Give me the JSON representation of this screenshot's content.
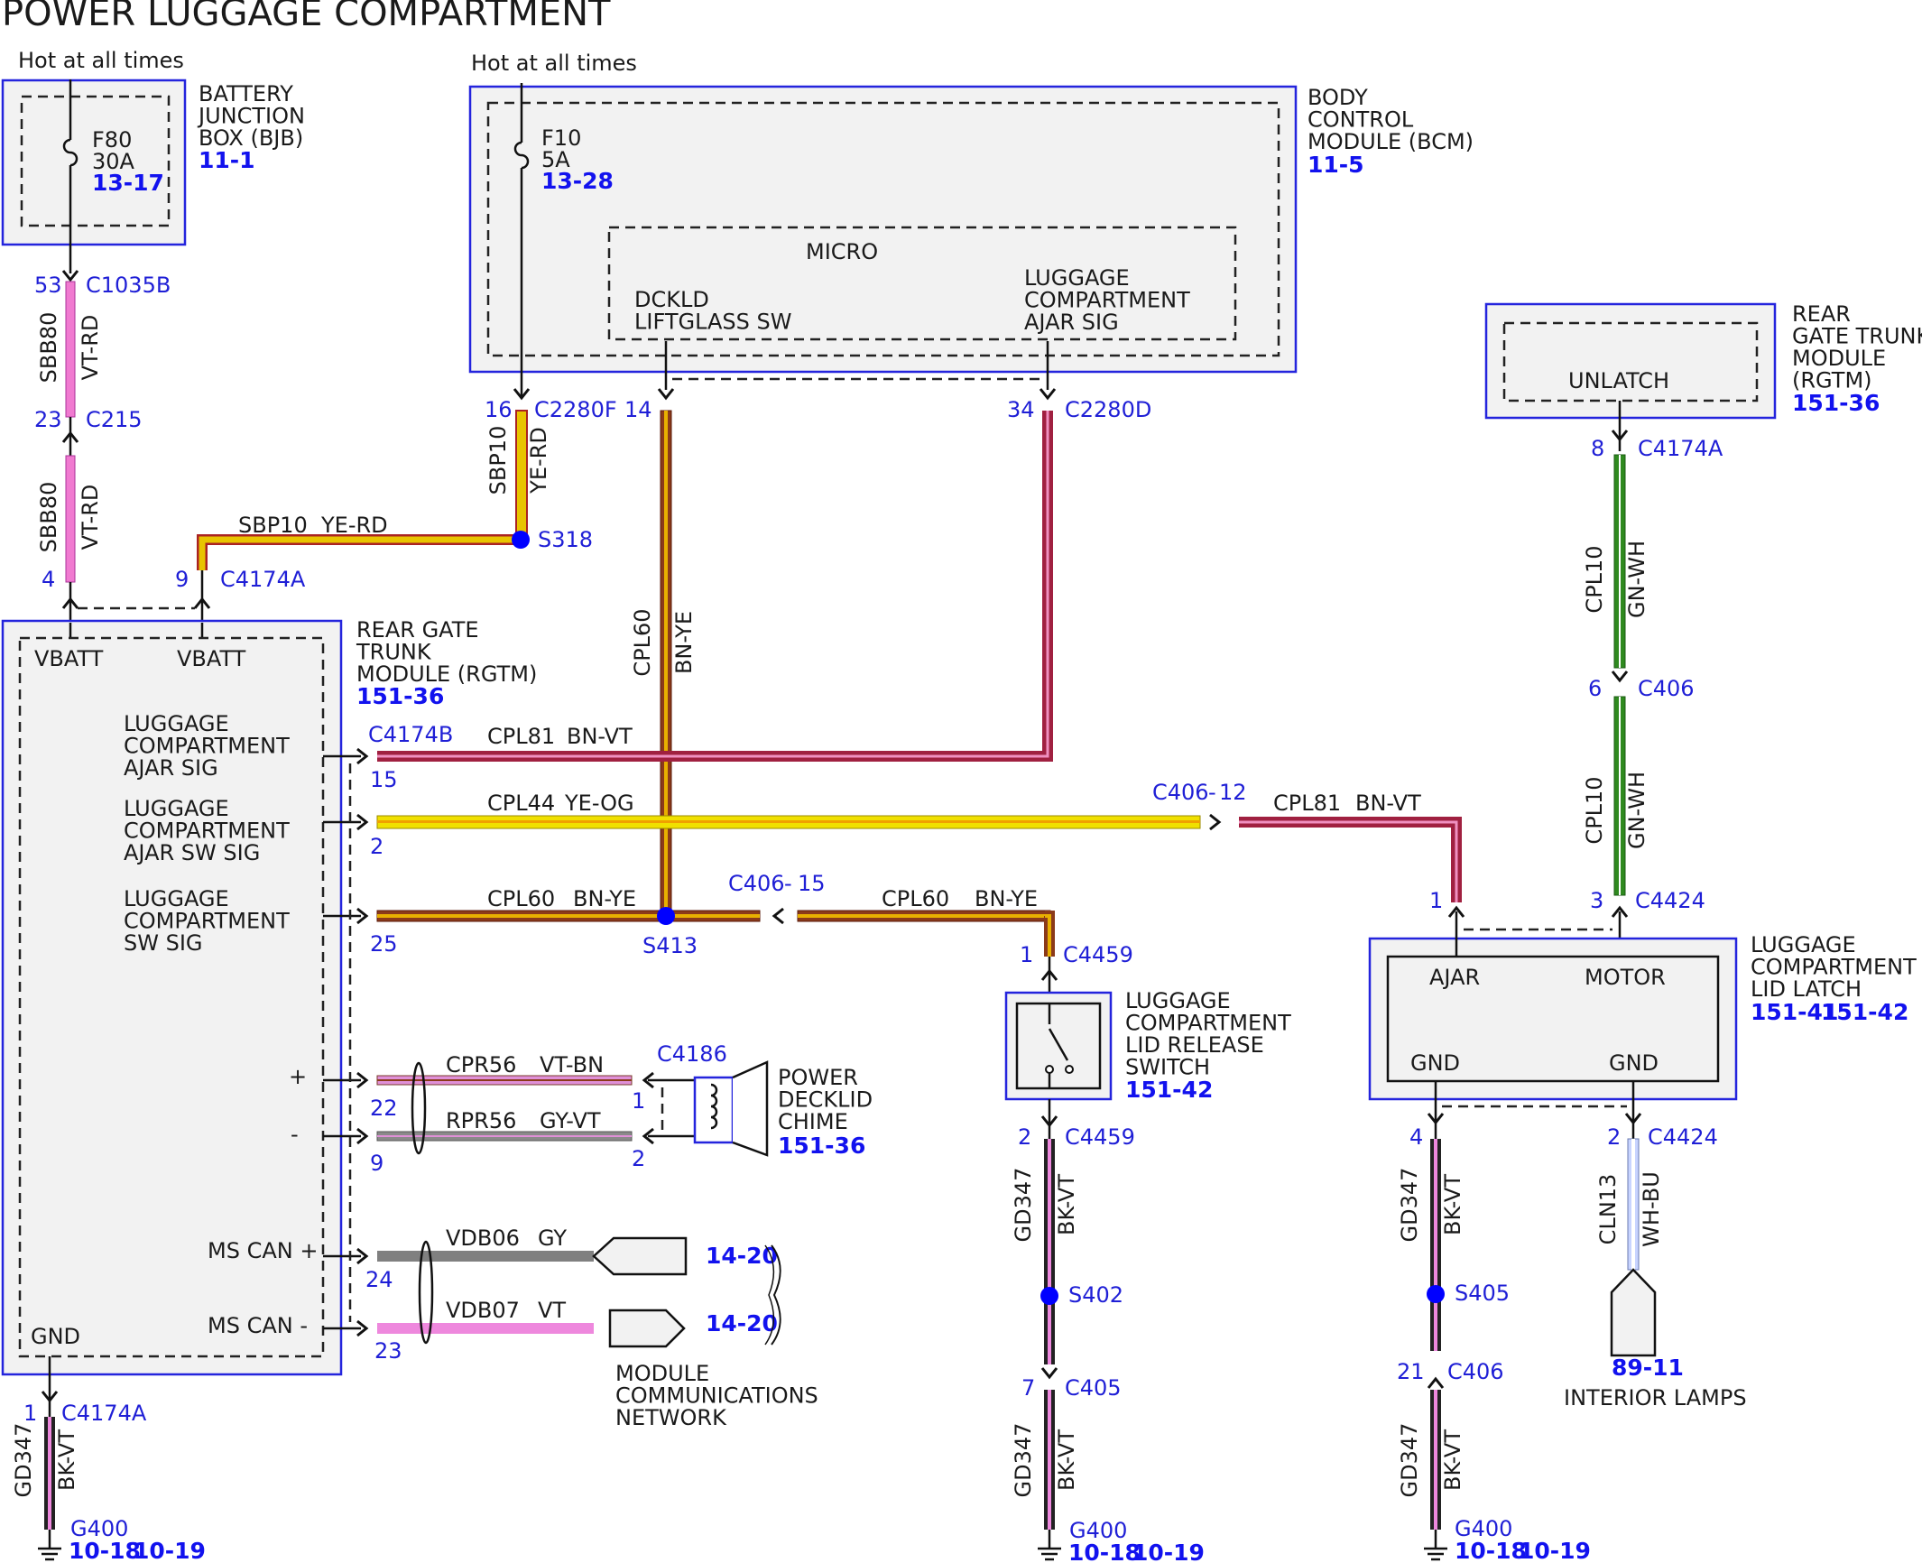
{
  "title": "POWER LUGGAGE COMPARTMENT",
  "colors": {
    "connector_text": "#1f1fd6",
    "reference_text": "#1212ee",
    "module_border": "#2424dd",
    "module_fill": "#f2f2f2",
    "splice_dot": "#0000ff",
    "wire_VT-RD": "#f07ad0",
    "wire_YE-RD": "#e8c400",
    "wire_BN-YE": "#8b3a1a",
    "wire_BN-VT": "#a02040",
    "wire_YE-OG": "#f0e000",
    "wire_GN-WH": "#2f8a1f",
    "wire_VT-BN": "#e090d8",
    "wire_GY-VT": "#8a8a8a",
    "wire_GY": "#808080",
    "wire_VT": "#ee88dd",
    "wire_BK-VT": "#222222",
    "wire_WH-BU": "#c8d4ff"
  },
  "power_labels": {
    "hot_bjb": "Hot at all times",
    "hot_bcm": "Hot at all times"
  },
  "bjb": {
    "name": "BATTERY\nJUNCTION\nBOX (BJB)",
    "ref": "11-1",
    "fuse_id": "F80",
    "fuse_rating": "30A",
    "fuse_ref": "13-17"
  },
  "bcm": {
    "name": "BODY\nCONTROL\nMODULE (BCM)",
    "ref": "11-5",
    "fuse_id": "F10",
    "fuse_rating": "5A",
    "fuse_ref": "13-28",
    "micro": "MICRO",
    "pin_dckld": "DCKLD\nLIFTGLASS SW",
    "pin_ajar": "LUGGAGE\nCOMPARTMENT\nAJAR SIG"
  },
  "rgtm_upper": {
    "name": "REAR\nGATE TRUNK\nMODULE\n(RGTM)",
    "ref": "151-36",
    "unlatch": "UNLATCH"
  },
  "rgtm_main": {
    "name": "REAR GATE\nTRUNK\nMODULE (RGTM)",
    "ref": "151-36",
    "vbatt1": "VBATT",
    "vbatt2": "VBATT",
    "pin_ajar_sig": "LUGGAGE\nCOMPARTMENT\nAJAR SIG",
    "pin_ajar_sw": "LUGGAGE\nCOMPARTMENT\nAJAR SW SIG",
    "pin_sw_sig": "LUGGAGE\nCOMPARTMENT\nSW SIG",
    "plus": "+",
    "minus": "-",
    "mscan_plus": "MS CAN +",
    "mscan_minus": "MS CAN -",
    "gnd": "GND"
  },
  "latch": {
    "name": "LUGGAGE\nCOMPARTMENT\nLID LATCH",
    "ref1": "151-41",
    "ref2": "151-42",
    "ajar": "AJAR",
    "motor": "MOTOR",
    "gnd1": "GND",
    "gnd2": "GND"
  },
  "release_switch": {
    "name": "LUGGAGE\nCOMPARTMENT\nLID RELEASE\nSWITCH",
    "ref": "151-42"
  },
  "chime": {
    "name": "POWER\nDECKLID\nCHIME",
    "ref": "151-36"
  },
  "network": {
    "name": "MODULE\nCOMMUNICATIONS\nNETWORK",
    "ref1": "14-20",
    "ref2": "14-20"
  },
  "interior_lamps": {
    "name": "INTERIOR LAMPS",
    "ref": "89-11"
  },
  "connectors": {
    "c1035b": "C1035B",
    "c1035b_pin": "53",
    "c215": "C215",
    "c215_pin": "23",
    "rgtm_vbatt_pin": "4",
    "c4174a_top": "C4174A",
    "c4174a_top_pin": "9",
    "c2280f": "C2280F",
    "c2280f_pin": "16",
    "c2280_pin14": "14",
    "c2280d": "C2280D",
    "c2280d_pin": "34",
    "s318": "S318",
    "c4174a_r": "C4174A",
    "c4174a_r_pin": "8",
    "c406_r": "C406",
    "c406_r_pin": "6",
    "c4424_top": "C4424",
    "c4424_top_pin": "3",
    "latch_ajar_pin": "1",
    "c4174b": "C4174B",
    "c4174b_pin15": "15",
    "pin2": "2",
    "c406_12": "C406",
    "c406_12_pin": "12",
    "c406_15": "C406",
    "c406_15_pin": "15",
    "pin25": "25",
    "s413": "S413",
    "c4459_top": "C4459",
    "c4459_top_pin": "1",
    "c4459_bot": "C4459",
    "c4459_bot_pin": "2",
    "s402": "S402",
    "c405": "C405",
    "c405_pin": "7",
    "c4186": "C4186",
    "pin22": "22",
    "pin9": "9",
    "chime_pin1": "1",
    "chime_pin2": "2",
    "pin24": "24",
    "pin23": "23",
    "c4174a_bot": "C4174A",
    "c4174a_bot_pin": "1",
    "c4424_l_pin": "4",
    "c4424_r": "C4424",
    "c4424_r_pin": "2",
    "s405": "S405",
    "c406_b": "C406",
    "c406_b_pin": "21",
    "g400_1": "G400",
    "g400_2": "G400",
    "g400_3": "G400"
  },
  "grounds": {
    "g1_ref1": "10-18",
    "g1_ref2": "10-19",
    "g2_ref1": "10-18",
    "g2_ref2": "10-19",
    "g3_ref1": "10-18",
    "g3_ref2": "10-19"
  },
  "wires": {
    "sbb80_a": "SBB80",
    "vtrd_a": "VT-RD",
    "sbb80_b": "SBB80",
    "vtrd_b": "VT-RD",
    "sbp10_v": "SBP10",
    "yerd_v": "YE-RD",
    "sbp10_h": "SBP10",
    "yerd_h": "YE-RD",
    "cpl60_v": "CPL60",
    "bnye_v": "BN-YE",
    "cpl10_a": "CPL10",
    "gnwh_a": "GN-WH",
    "cpl10_b": "CPL10",
    "gnwh_b": "GN-WH",
    "cpl81_a": "CPL81",
    "bnvt_a": "BN-VT",
    "cpl44": "CPL44",
    "yeog": "YE-OG",
    "cpl81_b": "CPL81",
    "bnvt_b": "BN-VT",
    "cpl60_a": "CPL60",
    "bnye_a": "BN-YE",
    "cpl60_b": "CPL60",
    "bnye_b": "BN-YE",
    "cpr56": "CPR56",
    "vtbn": "VT-BN",
    "rpr56": "RPR56",
    "gyvt": "GY-VT",
    "vdb06": "VDB06",
    "gy": "GY",
    "vdb07": "VDB07",
    "vt": "VT",
    "gd347_a": "GD347",
    "bkvt_a": "BK-VT",
    "gd347_b": "GD347",
    "bkvt_b": "BK-VT",
    "gd347_c": "GD347",
    "bkvt_c": "BK-VT",
    "gd347_d": "GD347",
    "bkvt_d": "BK-VT",
    "gd347_e": "GD347",
    "bkvt_e": "BK-VT",
    "cln13": "CLN13",
    "whbu": "WH-BU"
  }
}
